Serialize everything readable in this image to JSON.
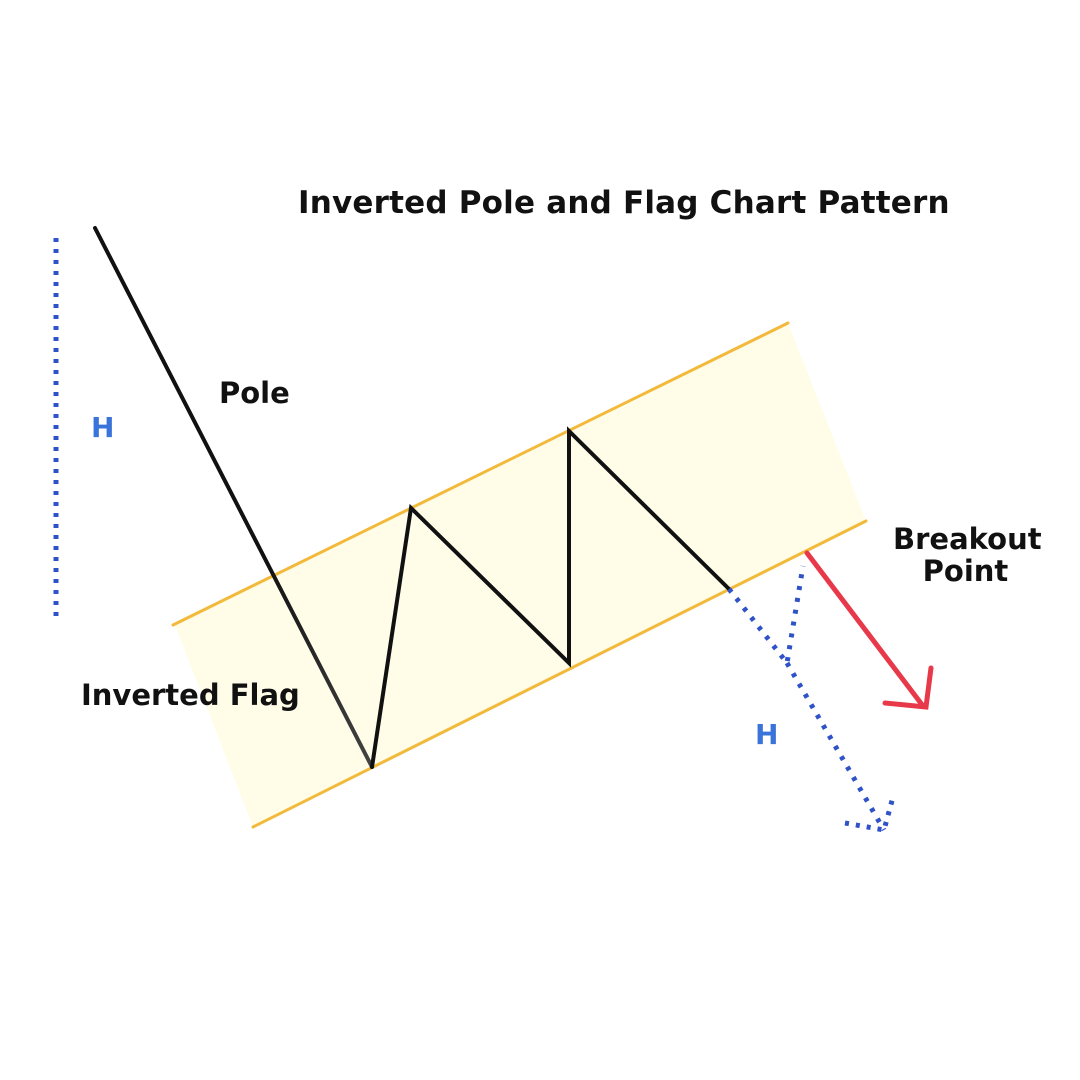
{
  "title": "Inverted Pole and Flag Chart Pattern",
  "labels": {
    "pole": "Pole",
    "flag": "Inverted Flag",
    "breakout": "Breakout Point",
    "height_left": "H",
    "height_right": "H"
  },
  "colors": {
    "price_line": "#111111",
    "channel_lines": "#F2B93B",
    "channel_fill": "#FFFDE8",
    "height_markers": "#2F52C8",
    "height_text": "#3A73D9",
    "breakout_arrow": "#E8394A",
    "text": "#111111",
    "background": "#FFFFFF"
  },
  "icons": {
    "breakout": "down-right-arrow-icon"
  }
}
